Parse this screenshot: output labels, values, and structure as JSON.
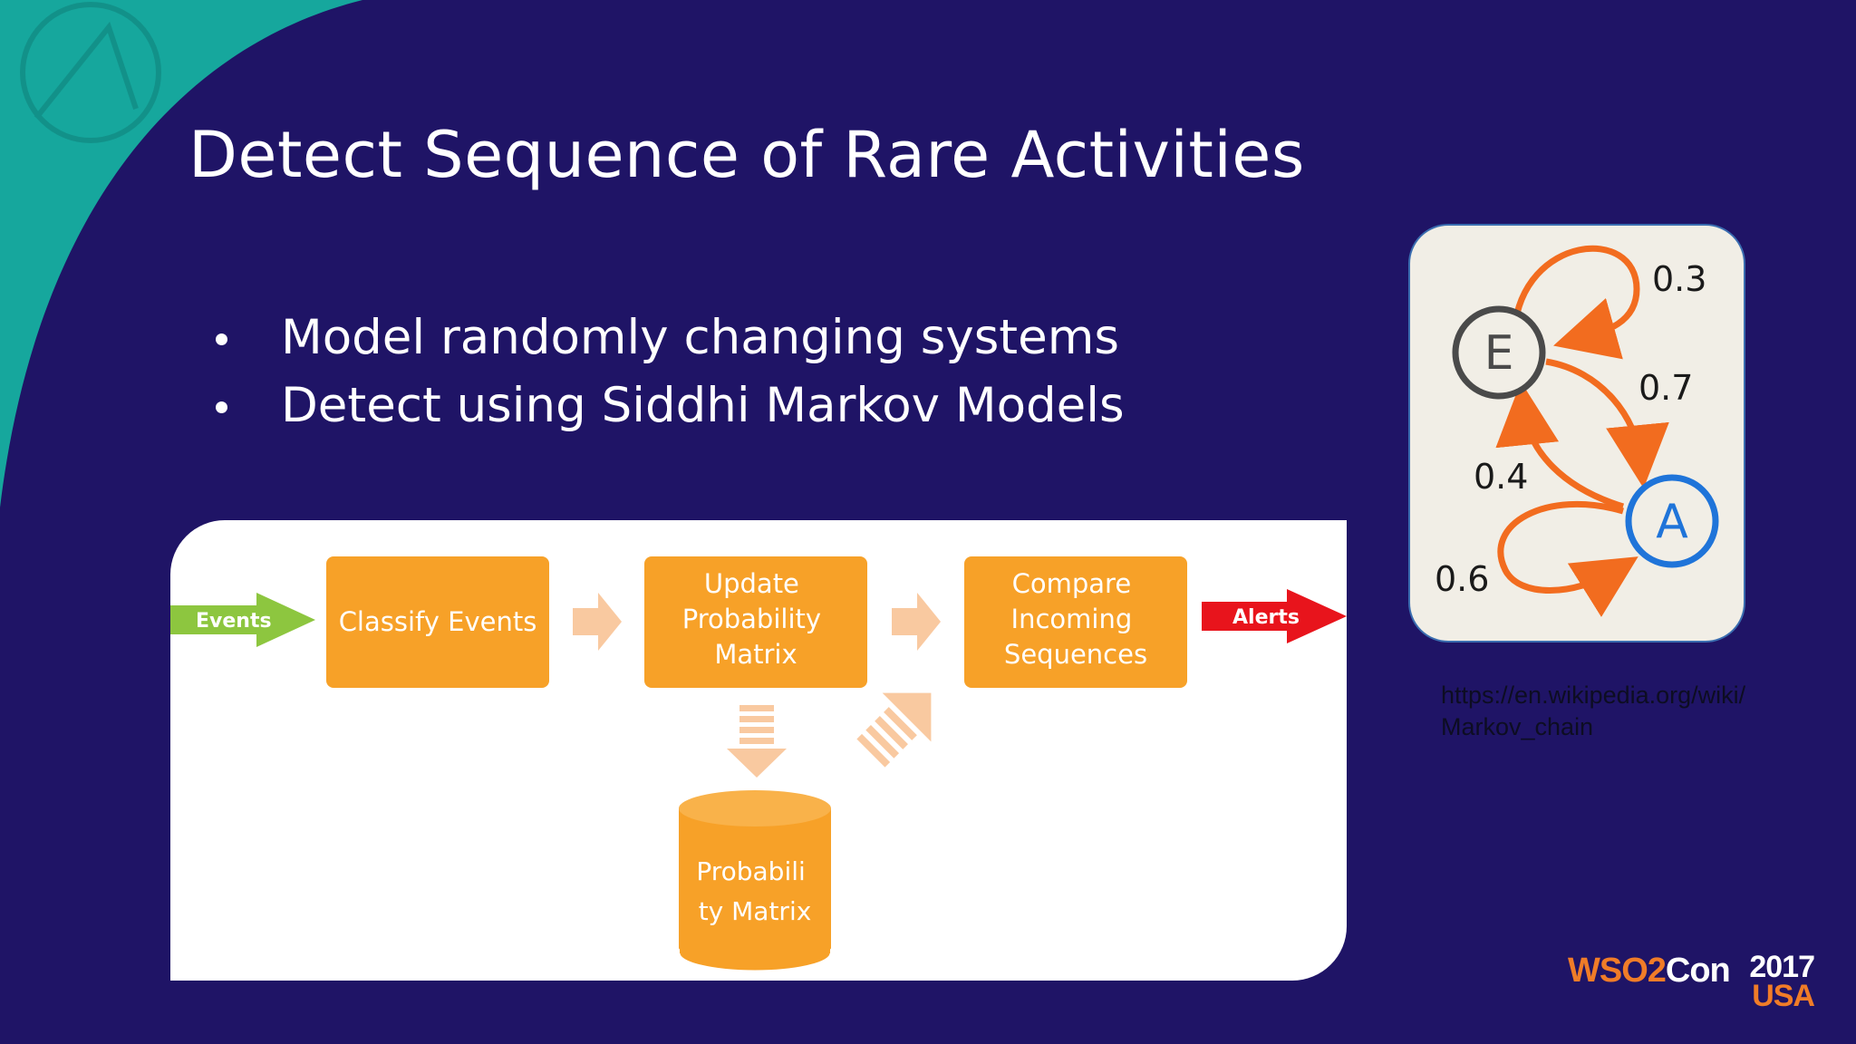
{
  "slide": {
    "title": "Detect Sequence of Rare Activities",
    "bullets": [
      "Model randomly changing systems",
      "Detect using Siddhi Markov Models"
    ]
  },
  "flow": {
    "input_label": "Events",
    "step1": "Classify Events",
    "step2_lines": [
      "Update",
      "Probability",
      "Matrix"
    ],
    "step3_lines": [
      "Compare",
      "Incoming",
      "Sequences"
    ],
    "output_label": "Alerts",
    "store_lines": [
      "Probabili",
      "ty Matrix"
    ],
    "colors": {
      "box": "#f7a128",
      "input_arrow": "#8dc63f",
      "output_arrow": "#e8141c",
      "light_arrow": "#f9c9a0"
    }
  },
  "markov": {
    "states": {
      "e": "E",
      "a": "A"
    },
    "probabilities": {
      "e_to_e": "0.3",
      "e_to_a": "0.7",
      "a_to_e": "0.4",
      "a_to_a": "0.6"
    },
    "colors": {
      "edge": "#f26c1f",
      "state_e": "#4a4a4a",
      "state_a": "#1f74d9"
    }
  },
  "source": {
    "url": "https://en.wikipedia.org/wiki/Markov_chain"
  },
  "logo": {
    "name_prefix": "WSO2",
    "name_suffix": "Con",
    "year": "2017",
    "country": "USA"
  }
}
